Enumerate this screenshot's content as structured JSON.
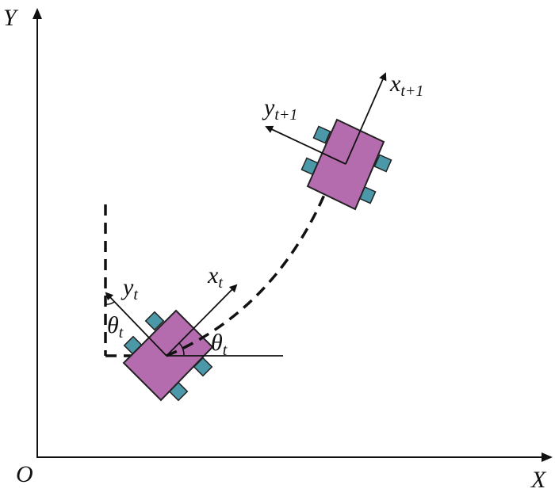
{
  "title": "Robot pose transition in the XY plane",
  "axes": {
    "x_label": "X",
    "y_label": "Y",
    "origin_label": "O"
  },
  "pose_t": {
    "x_axis": "x",
    "x_sub": "t",
    "y_axis": "y",
    "y_sub": "t",
    "angle": "θ",
    "angle_sub": "t"
  },
  "pose_t1": {
    "x_axis": "x",
    "x_sub": "t+1",
    "y_axis": "y",
    "y_sub": "t+1"
  },
  "colors": {
    "robot_body": "#b46cae",
    "wheel": "#4a98a8",
    "line": "#111111"
  }
}
